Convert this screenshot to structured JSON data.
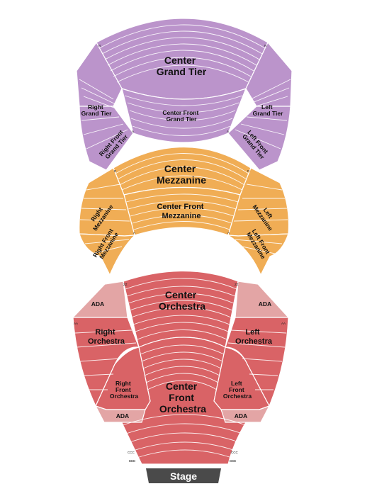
{
  "colors": {
    "grand_tier": "#bb94cb",
    "mezzanine": "#f0ad55",
    "orchestra": "#d96366",
    "ada": "#e3a5a5",
    "stage": "#4a4a4a",
    "divider": "#ffffff"
  },
  "sections": {
    "center_grand_tier": [
      "Center",
      "Grand Tier"
    ],
    "center_front_grand_tier": [
      "Center Front",
      "Grand Tier"
    ],
    "right_grand_tier": [
      "Right",
      "Grand Tier"
    ],
    "left_grand_tier": [
      "Left",
      "Grand Tier"
    ],
    "right_front_grand_tier": [
      "Right Front",
      "Grand Tier"
    ],
    "left_front_grand_tier": [
      "Left Front",
      "Grand Tier"
    ],
    "center_mezzanine": [
      "Center",
      "Mezzanine"
    ],
    "center_front_mezzanine": [
      "Center Front",
      "Mezzanine"
    ],
    "right_mezzanine": [
      "Right",
      "Mezzanine"
    ],
    "left_mezzanine": [
      "Left",
      "Mezzanine"
    ],
    "right_front_mezzanine": [
      "Right Front",
      "Mezzanine"
    ],
    "left_front_mezzanine": [
      "Left Front",
      "Mezzanine"
    ],
    "center_orchestra": [
      "Center",
      "Orchestra"
    ],
    "right_orchestra": [
      "Right",
      "Orchestra"
    ],
    "left_orchestra": [
      "Left",
      "Orchestra"
    ],
    "center_front_orchestra": [
      "Center",
      "Front",
      "Orchestra"
    ],
    "right_front_orchestra": [
      "Right",
      "Front",
      "Orchestra"
    ],
    "left_front_orchestra": [
      "Left",
      "Front",
      "Orchestra"
    ],
    "ada_label": "ADA"
  },
  "row_labels": {
    "grand_tier_top": "R",
    "grand_tier_front": "A",
    "mezzanine_top": "R",
    "mezzanine_front": "A",
    "orchestra_top": "ZZ",
    "orchestra_aisle": "AA",
    "orchestra_front": "BBB",
    "orchestra_front_alt": "CCC"
  },
  "stage": {
    "label": "Stage"
  }
}
